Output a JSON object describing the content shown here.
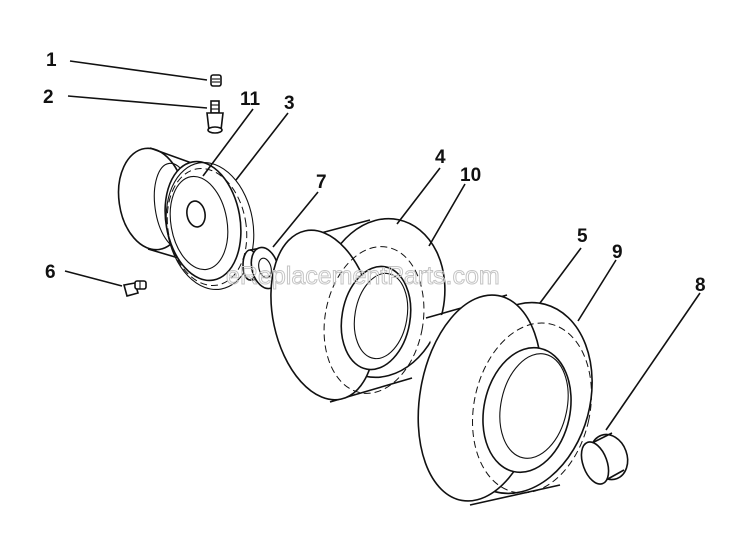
{
  "watermark": "eReplacementParts.com",
  "callouts": [
    {
      "id": "c1",
      "label": "1"
    },
    {
      "id": "c2",
      "label": "2"
    },
    {
      "id": "c11",
      "label": "11"
    },
    {
      "id": "c3",
      "label": "3"
    },
    {
      "id": "c4",
      "label": "4"
    },
    {
      "id": "c10",
      "label": "10"
    },
    {
      "id": "c7",
      "label": "7"
    },
    {
      "id": "c5",
      "label": "5"
    },
    {
      "id": "c9",
      "label": "9"
    },
    {
      "id": "c8",
      "label": "8"
    },
    {
      "id": "c6",
      "label": "6"
    }
  ],
  "colors": {
    "ink": "#111111",
    "background": "#ffffff",
    "watermark": "#c4c4c4"
  }
}
